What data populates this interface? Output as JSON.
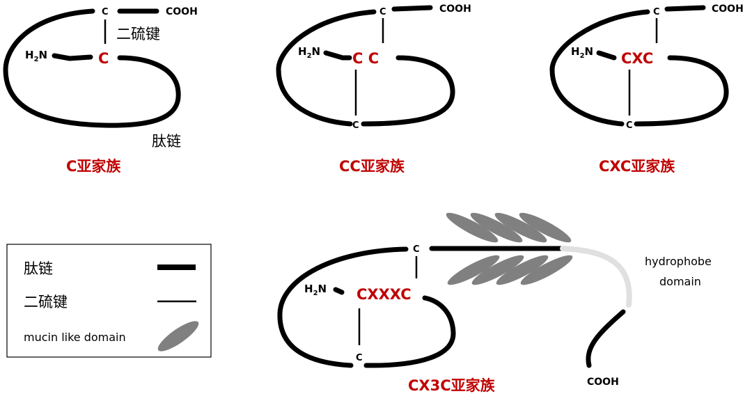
{
  "labels": {
    "c": "C",
    "cooh": "COOH",
    "h2n_h": "H",
    "h2n_2": "2",
    "h2n_n": "N",
    "cc": "C C",
    "cxc": "CXC",
    "cxxxc": "CXXXC",
    "disulfide": "二硫键",
    "peptide": "肽链",
    "hydrophobe_1": "hydrophobe",
    "hydrophobe_2": "domain"
  },
  "families": {
    "c": "C亚家族",
    "cc": "CC亚家族",
    "cxc": "CXC亚家族",
    "cx3c": "CX3C亚家族"
  },
  "legend": {
    "peptide": "肽链",
    "disulfide": "二硫键",
    "mucin": "mucin like domain"
  },
  "colors": {
    "red": "#c00000",
    "gray": "#808080",
    "light_gray": "#e0e0e0"
  }
}
